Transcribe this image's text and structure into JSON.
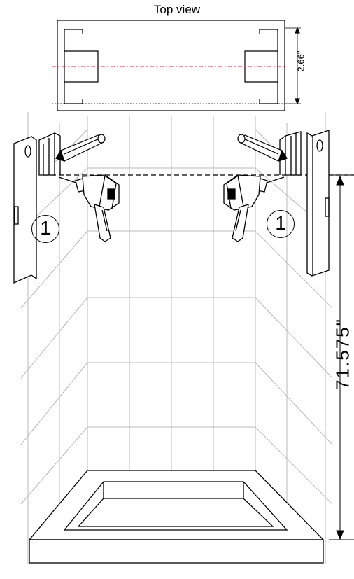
{
  "diagram": {
    "top_view_title": "Top view",
    "dimension_top": "2.66\"",
    "dimension_height": "71.575\"",
    "step_left": "1",
    "step_right": "1"
  },
  "colors": {
    "line": "#000000",
    "grid": "#b8b8b8",
    "centerline": "#d4334a"
  },
  "icons": [
    "level-icon",
    "pencil-icon",
    "drill-icon",
    "bracket-icon"
  ]
}
